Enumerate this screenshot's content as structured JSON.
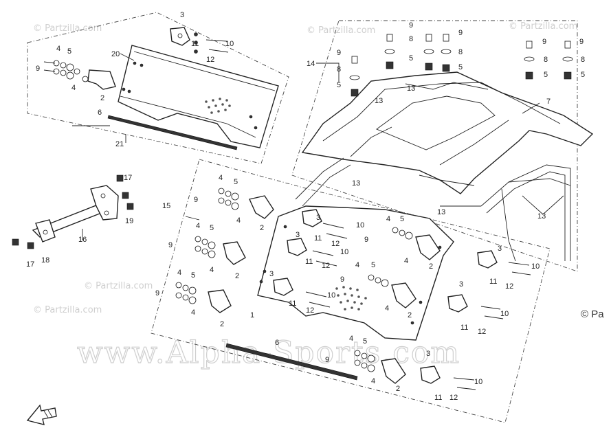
{
  "watermarks": {
    "small": "© Partzilla.com",
    "large": "www.Alpha-Sports.com",
    "side": "© Pa"
  },
  "callouts": {
    "c1": "1",
    "c2": "2",
    "c3": "3",
    "c4": "4",
    "c5": "5",
    "c6": "6",
    "c7": "7",
    "c8": "8",
    "c9": "9",
    "c10": "10",
    "c11": "11",
    "c12": "12",
    "c13": "13",
    "c14": "14",
    "c15": "15",
    "c16": "16",
    "c17": "17",
    "c18": "18",
    "c19": "19",
    "c20": "20",
    "c21": "21"
  },
  "icons": {
    "front_arrow": "front-direction-arrow-icon"
  }
}
